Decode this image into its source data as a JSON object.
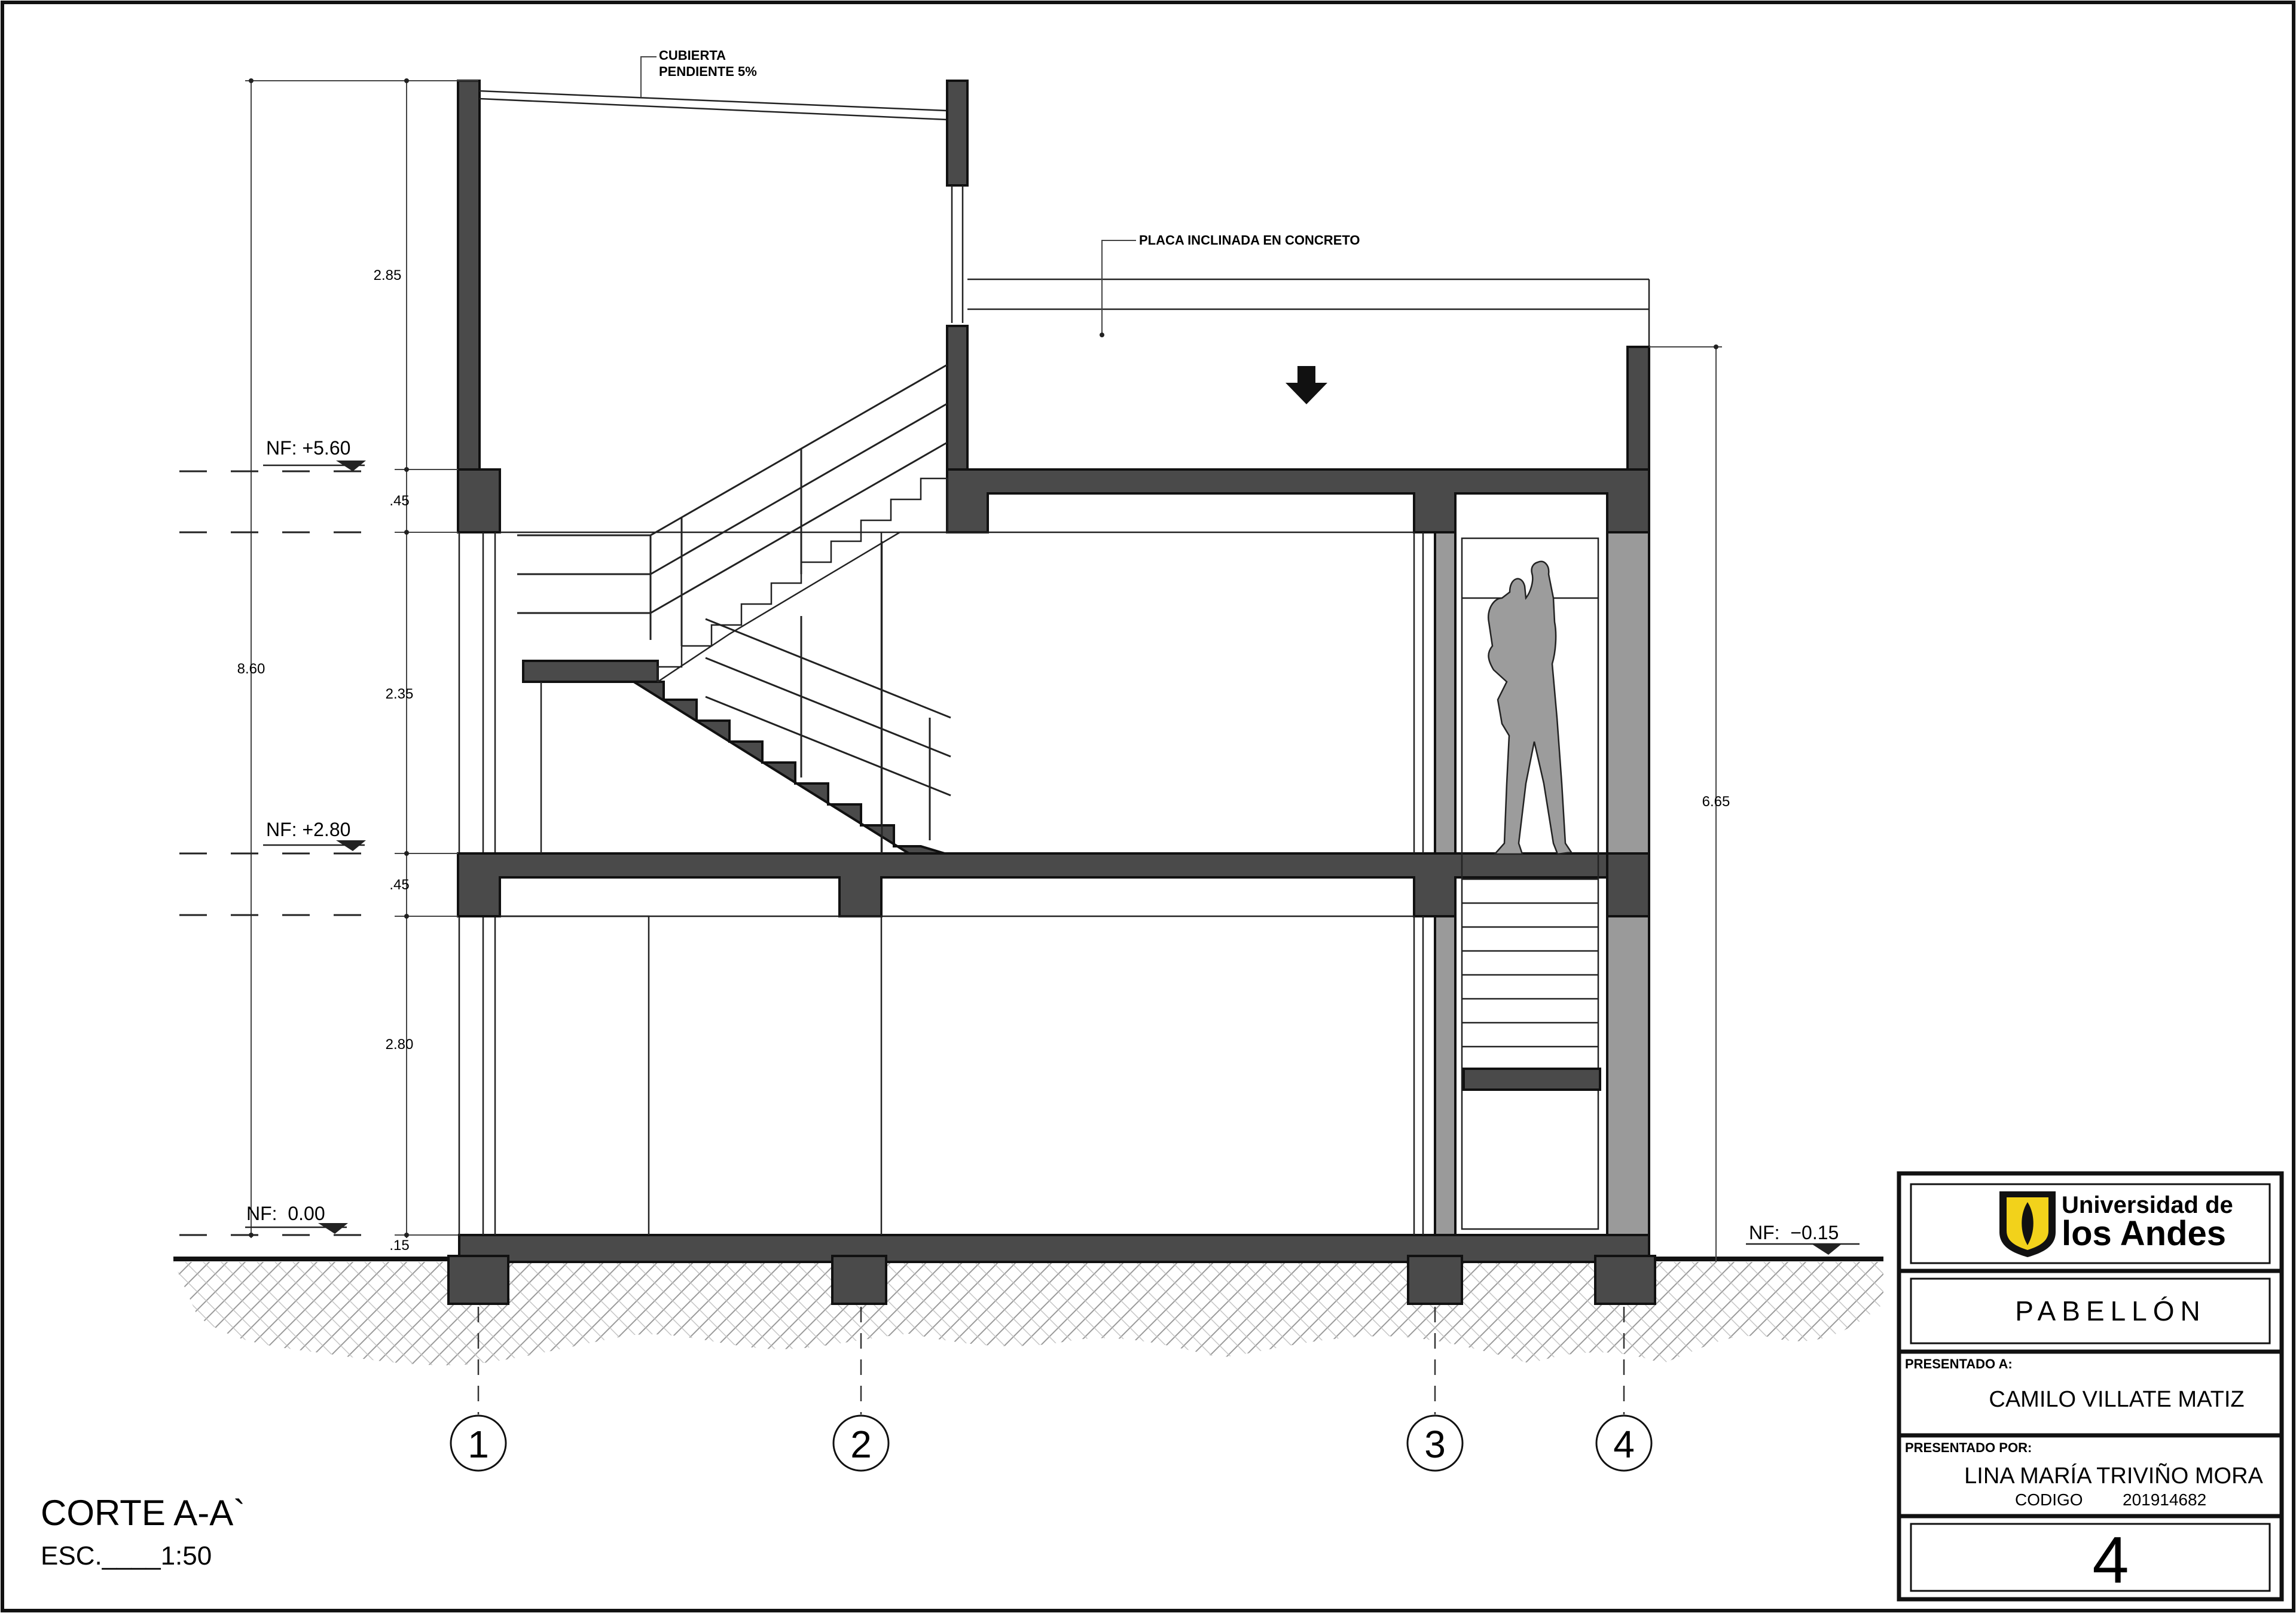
{
  "annotations": {
    "roof": "CUBIERTA\nPENDIENTE 5%",
    "roof_line1": "CUBIERTA",
    "roof_line2": "PENDIENTE 5%",
    "inclined_slab": "PLACA INCLINADA EN CONCRETO"
  },
  "levels": {
    "nf_560": "NF: +5.60",
    "nf_280": "NF: +2.80",
    "nf_000": "NF:  0.00",
    "nf_m015": "NF:  −0.15"
  },
  "dimensions": {
    "d_285": "2.85",
    "d_045_top": ".45",
    "d_235": "2.35",
    "d_045_mid": ".45",
    "d_280": "2.80",
    "d_015": ".15",
    "d_860": "8.60",
    "d_665": "6.65"
  },
  "axes": {
    "a1": "1",
    "a2": "2",
    "a3": "3",
    "a4": "4"
  },
  "drawing_title": {
    "title": "CORTE A-A`",
    "scale_label": "ESC.____1:50"
  },
  "title_block": {
    "university_line1": "Universidad de",
    "university_line2": "los Andes",
    "project": "PABELLÓN",
    "presented_to_label": "PRESENTADO A:",
    "presented_to": "CAMILO VILLATE MATIZ",
    "presented_by_label": "PRESENTADO POR:",
    "presented_by": "LINA MARÍA TRIVIÑO MORA",
    "code_label": "CODIGO",
    "code": "201914682",
    "sheet_number": "4"
  },
  "colors": {
    "concrete": "#4a4a4a",
    "light_concrete": "#9a9a9a",
    "logo_yellow": "#f2d21b"
  }
}
